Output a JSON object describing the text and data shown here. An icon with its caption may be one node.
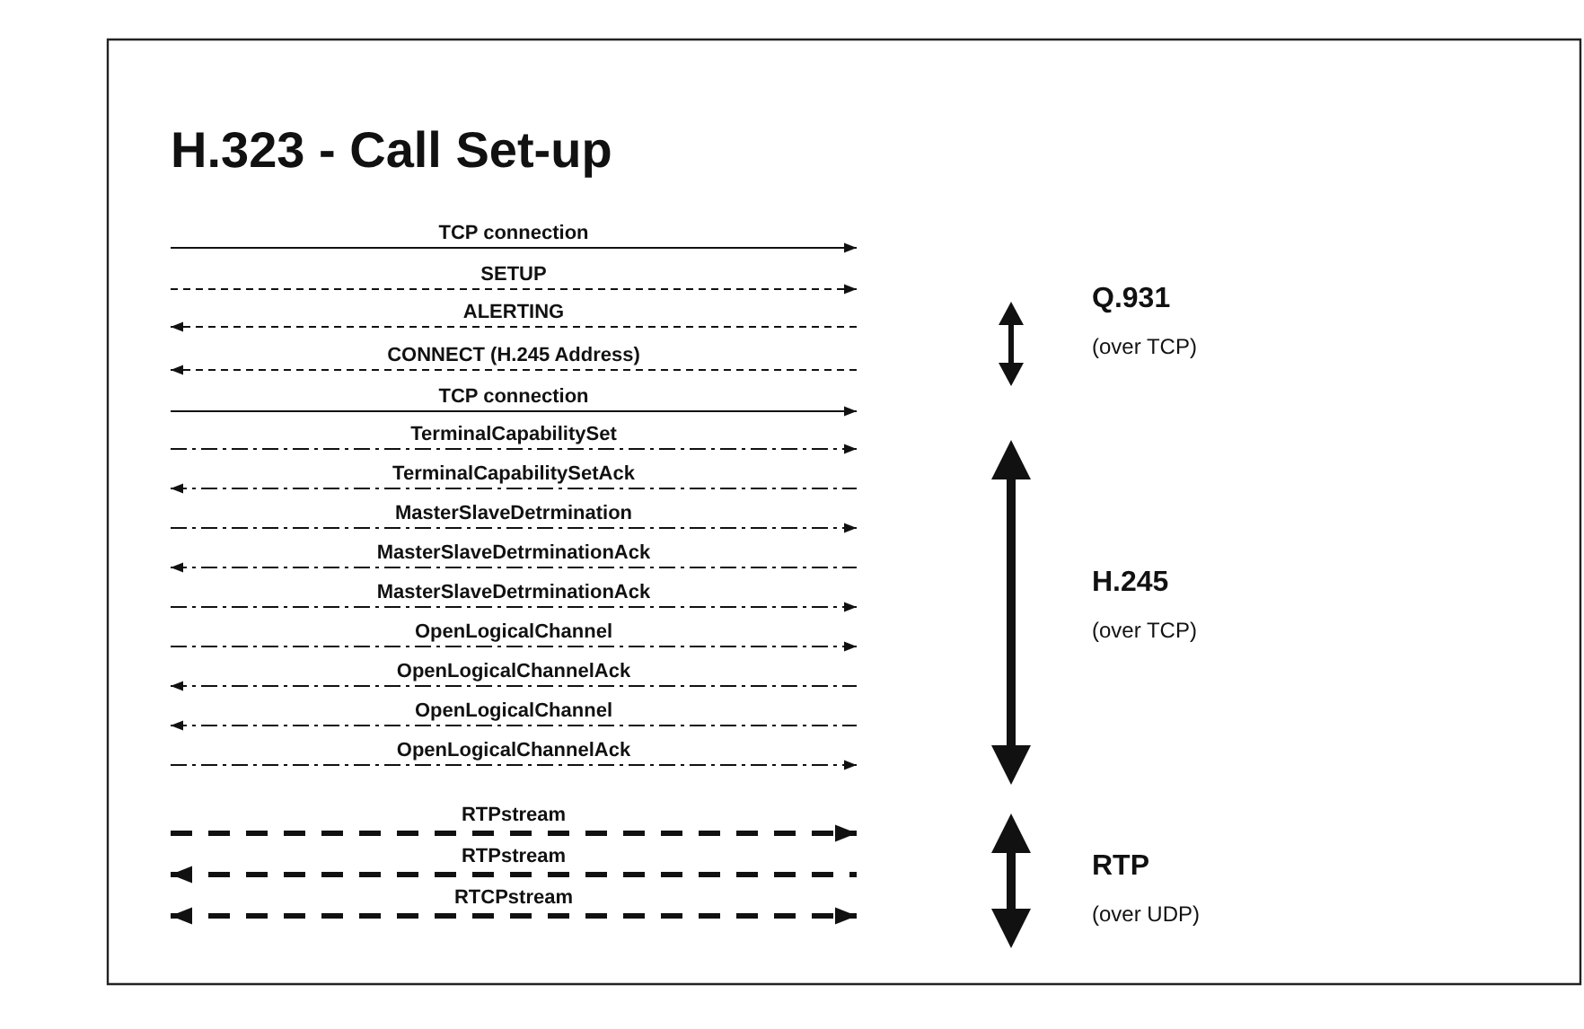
{
  "diagram": {
    "title": "H.323 - Call Set-up",
    "labels": [
      "TCP connection",
      "SETUP",
      "ALERTING",
      "CONNECT (H.245 Address)",
      "TCP connection",
      "TerminalCapabilitySet",
      "TerminalCapabilitySetAck",
      "MasterSlaveDetrmination",
      "MasterSlaveDetrminationAck",
      "MasterSlaveDetrminationAck",
      "OpenLogicalChannel",
      "OpenLogicalChannelAck",
      "OpenLogicalChannel",
      "OpenLogicalChannelAck",
      "RTPstream",
      "RTPstream",
      "RTCPstream",
      "Q.931",
      "(over TCP)",
      "H.245",
      "(over TCP)",
      "RTP",
      "(over UDP)"
    ]
  }
}
